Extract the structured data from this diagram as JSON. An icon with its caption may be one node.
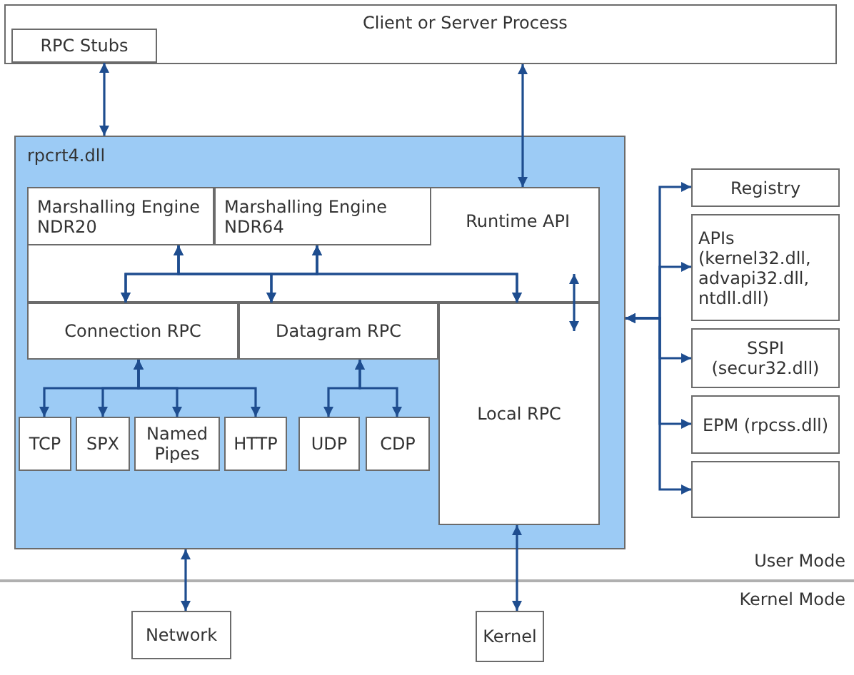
{
  "diagram": {
    "nodes": [
      {
        "text": [
          "Client or Server Process"
        ]
      },
      {
        "text": [
          "RPC Stubs"
        ],
        "in": 0
      },
      {
        "text": [
          "rpcrt4.dll"
        ]
      },
      {
        "text": [
          "Runtime API"
        ],
        "in": 2
      },
      {
        "text": [
          "Marshalling Engine NDR20"
        ],
        "in": 3
      },
      {
        "text": [
          "Marshalling Engine NDR64"
        ],
        "in": 3
      },
      {
        "text": [
          "Connection RPC"
        ],
        "in": 2
      },
      {
        "text": [
          "Datagram RPC"
        ],
        "in": 2
      },
      {
        "text": [
          "Local RPC"
        ],
        "in": 2
      },
      {
        "text": [
          "TCP"
        ],
        "in": 2
      },
      {
        "text": [
          "SPX"
        ],
        "in": 2
      },
      {
        "text": [
          "Named Pipes"
        ],
        "in": 2
      },
      {
        "text": [
          "HTTP"
        ],
        "in": 2
      },
      {
        "text": [
          "UDP"
        ],
        "in": 2
      },
      {
        "text": [
          "CDP"
        ],
        "in": 2
      },
      {
        "text": [
          "Registry"
        ]
      },
      {
        "text": [
          "APIs (kernel32.dll, advapi32.dll, ntdll.dll)"
        ]
      },
      {
        "text": [
          "SSPI (secur32.dll)"
        ]
      },
      {
        "text": [
          "EPM (rpcss.dll)"
        ]
      },
      {
        "text": [],
        "shape": "box"
      },
      {
        "text": [
          "Network"
        ]
      },
      {
        "text": [
          "Kernel"
        ]
      }
    ],
    "edges": [
      {
        "from": 1,
        "to": 2,
        "arrow": "both"
      },
      {
        "from": 0,
        "to": 3,
        "arrow": "both"
      },
      {
        "from": 4,
        "to": 6,
        "arrow": "both"
      },
      {
        "from": 4,
        "to": 7,
        "arrow": "both"
      },
      {
        "from": 4,
        "to": 8,
        "arrow": "both"
      },
      {
        "from": 5,
        "to": 6,
        "arrow": "both"
      },
      {
        "from": 5,
        "to": 7,
        "arrow": "both"
      },
      {
        "from": 5,
        "to": 8,
        "arrow": "both"
      },
      {
        "from": 3,
        "to": 8,
        "arrow": "both"
      },
      {
        "from": 6,
        "to": 9,
        "arrow": "both"
      },
      {
        "from": 6,
        "to": 10,
        "arrow": "both"
      },
      {
        "from": 6,
        "to": 11,
        "arrow": "both"
      },
      {
        "from": 6,
        "to": 12,
        "arrow": "both"
      },
      {
        "from": 7,
        "to": 13,
        "arrow": "both"
      },
      {
        "from": 7,
        "to": 14,
        "arrow": "both"
      },
      {
        "from": 2,
        "to": 15,
        "arrow": "both"
      },
      {
        "from": 2,
        "to": 16,
        "arrow": "both"
      },
      {
        "from": 2,
        "to": 17,
        "arrow": "both"
      },
      {
        "from": 2,
        "to": 18,
        "arrow": "both"
      },
      {
        "from": 2,
        "to": 19,
        "arrow": "both"
      },
      {
        "from": 2,
        "to": 20,
        "arrow": "both"
      },
      {
        "from": 8,
        "to": 21,
        "arrow": "both"
      }
    ],
    "labels": [
      "User Mode",
      "Kernel Mode"
    ]
  }
}
